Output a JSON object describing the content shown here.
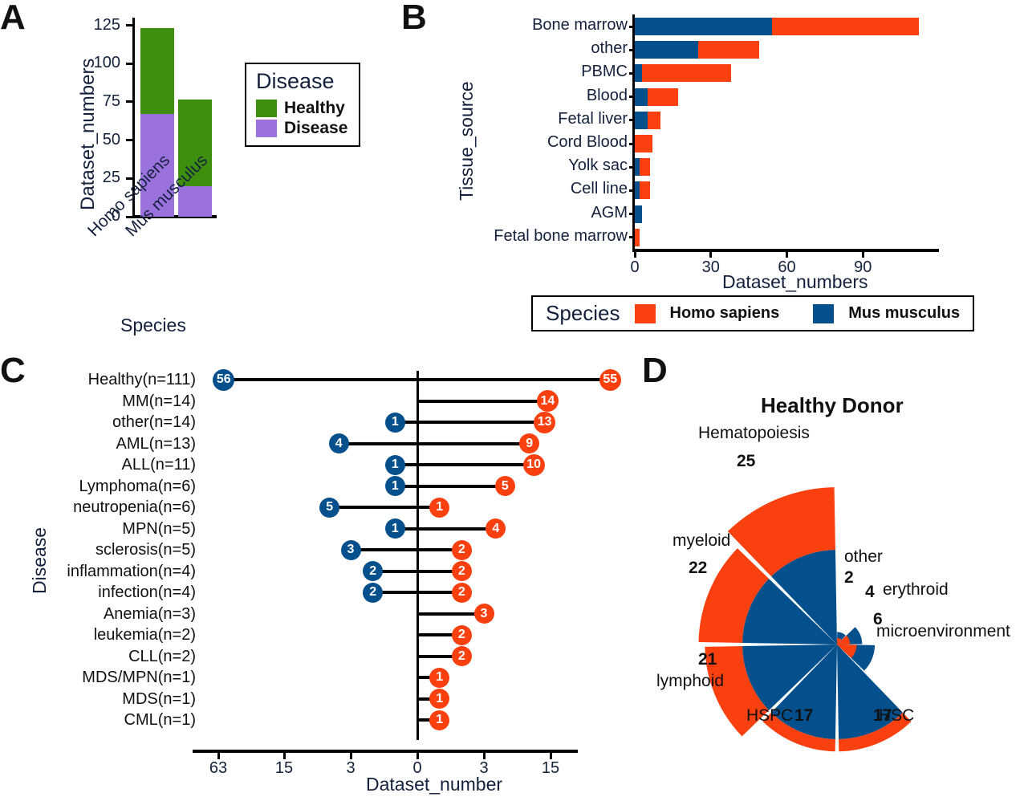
{
  "figure": {
    "panels": [
      "A",
      "B",
      "C",
      "D"
    ]
  },
  "colors": {
    "healthy_green": "#3f8f0f",
    "disease_purple": "#9b72dd",
    "homo_orange": "#fa400f",
    "mus_blue": "#04508c",
    "axis_text": "#14213d",
    "black": "#000000"
  },
  "panelA": {
    "label": "A",
    "chart_data": {
      "type": "bar",
      "title": "",
      "xlabel": "Species",
      "ylabel": "Dataset_numbers",
      "categories": [
        "Homo sapiens",
        "Mus musculus"
      ],
      "yticks": [
        0,
        25,
        50,
        75,
        100,
        125
      ],
      "ylim": [
        0,
        130
      ],
      "stacked": true,
      "legend_position": "right",
      "series": [
        {
          "name": "Disease",
          "color": "#9b72dd",
          "values": [
            67,
            20
          ]
        },
        {
          "name": "Healthy",
          "color": "#3f8f0f",
          "values": [
            55,
            56
          ]
        }
      ],
      "totals": [
        122,
        76
      ]
    },
    "legend": {
      "title": "Disease",
      "items": [
        {
          "label": "Healthy",
          "color": "#3f8f0f"
        },
        {
          "label": "Disease",
          "color": "#9b72dd"
        }
      ]
    }
  },
  "panelB": {
    "label": "B",
    "chart_data": {
      "type": "bar",
      "orientation": "horizontal",
      "title": "",
      "xlabel": "Dataset_numbers",
      "ylabel": "Tissue_source",
      "categories": [
        "Bone marrow",
        "other",
        "PBMC",
        "Blood",
        "Fetal liver",
        "Cord Blood",
        "Yolk sac",
        "Cell line",
        "AGM",
        "Fetal bone marrow"
      ],
      "xticks": [
        0,
        30,
        60,
        90
      ],
      "xlim": [
        0,
        115
      ],
      "stacked": true,
      "legend_position": "bottom",
      "series": [
        {
          "name": "Mus musculus",
          "color": "#04508c",
          "values": [
            54,
            25,
            3,
            5,
            5,
            0,
            2,
            2,
            3,
            0
          ]
        },
        {
          "name": "Homo sapiens",
          "color": "#fa400f",
          "values": [
            58,
            24,
            35,
            12,
            5,
            7,
            4,
            4,
            0,
            2
          ]
        }
      ],
      "totals": [
        112,
        49,
        38,
        17,
        10,
        7,
        6,
        6,
        3,
        2
      ]
    },
    "legend": {
      "title": "Species",
      "items": [
        {
          "label": "Homo sapiens",
          "color": "#fa400f"
        },
        {
          "label": "Mus musculus",
          "color": "#04508c"
        }
      ]
    }
  },
  "panelC": {
    "label": "C",
    "chart_data": {
      "type": "bar",
      "subtype": "diverging-lollipop",
      "title": "",
      "xlabel": "Dataset_number",
      "ylabel": "Disease",
      "xticks_left": [
        63,
        15,
        3
      ],
      "xticks_center": 0,
      "xticks_right": [
        3,
        15
      ],
      "left_series_name": "Mus musculus",
      "left_series_color": "#04508c",
      "right_series_name": "Homo sapiens",
      "right_series_color": "#fa400f",
      "rows": [
        {
          "label": "Healthy(n=111)",
          "left": 56,
          "right": 55
        },
        {
          "label": "MM(n=14)",
          "left": null,
          "right": 14
        },
        {
          "label": "other(n=14)",
          "left": 1,
          "right": 13
        },
        {
          "label": "AML(n=13)",
          "left": 4,
          "right": 9
        },
        {
          "label": "ALL(n=11)",
          "left": 1,
          "right": 10
        },
        {
          "label": "Lymphoma(n=6)",
          "left": 1,
          "right": 5
        },
        {
          "label": "neutropenia(n=6)",
          "left": 5,
          "right": 1
        },
        {
          "label": "MPN(n=5)",
          "left": 1,
          "right": 4
        },
        {
          "label": "sclerosis(n=5)",
          "left": 3,
          "right": 2
        },
        {
          "label": "inflammation(n=4)",
          "left": 2,
          "right": 2
        },
        {
          "label": "infection(n=4)",
          "left": 2,
          "right": 2
        },
        {
          "label": "Anemia(n=3)",
          "left": null,
          "right": 3
        },
        {
          "label": "leukemia(n=2)",
          "left": null,
          "right": 2
        },
        {
          "label": "CLL(n=2)",
          "left": null,
          "right": 2
        },
        {
          "label": "MDS/MPN(n=1)",
          "left": null,
          "right": 1
        },
        {
          "label": "MDS(n=1)",
          "left": null,
          "right": 1
        },
        {
          "label": "CML(n=1)",
          "left": null,
          "right": 1
        }
      ]
    }
  },
  "panelD": {
    "label": "D",
    "chart_data": {
      "type": "pie",
      "subtype": "rose-nightingale",
      "title": "Healthy Donor",
      "inner_color": "#04508c",
      "outer_color": "#fa400f",
      "sectors": [
        {
          "label": "Hematopoiesis",
          "value": 25
        },
        {
          "label": "myeloid",
          "value": 22
        },
        {
          "label": "lymphoid",
          "value": 21
        },
        {
          "label": "HSPC",
          "value": 17
        },
        {
          "label": "HSC",
          "value": 17
        },
        {
          "label": "microenvironment",
          "value": 6
        },
        {
          "label": "erythroid",
          "value": 4
        },
        {
          "label": "other",
          "value": 2
        }
      ]
    }
  }
}
